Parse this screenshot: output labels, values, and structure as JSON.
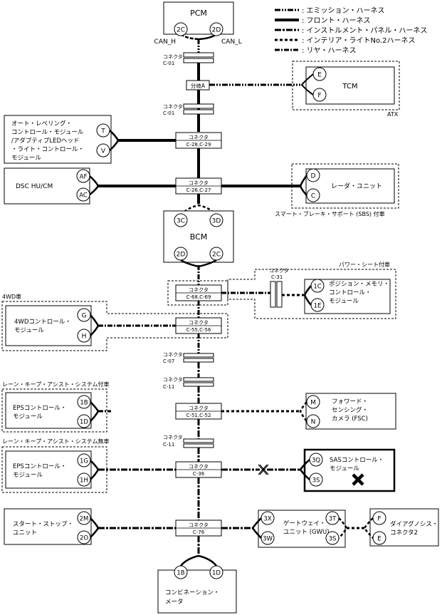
{
  "legend": [
    {
      "label": ": エミッション・ハーネス",
      "style": "emission"
    },
    {
      "label": ": フロント・ハーネス",
      "style": "front"
    },
    {
      "label": ": インストルメント・パネル・ハーネス",
      "style": "instrument"
    },
    {
      "label": ": インテリア・ライトNo.2ハーネス",
      "style": "interior"
    },
    {
      "label": ": リヤ・ハーネス",
      "style": "rear"
    }
  ],
  "modules": {
    "pcm": {
      "title": "PCM",
      "pins": [
        "2C",
        "2D"
      ],
      "wires": [
        "CAN_H",
        "CAN_L"
      ]
    },
    "tcm": {
      "title": "TCM",
      "pins": [
        "E",
        "F"
      ],
      "note": "ATX"
    },
    "headlight": {
      "lines": [
        "オート・レベリング・",
        "コントロール・モジュール",
        "/アダプティブLEDヘッド",
        "・ライト・コントロール・",
        "モジュール"
      ],
      "pins": [
        "T",
        "V"
      ]
    },
    "dsc": {
      "title": "DSC HU/CM",
      "pins": [
        "AF",
        "AC"
      ]
    },
    "radar": {
      "title": "レーダ・ユニット",
      "pins": [
        "D",
        "C"
      ],
      "note": "スマート・ブレーキ・サポート (SBS) 付車"
    },
    "bcm": {
      "title": "BCM",
      "pins_top": [
        "3C",
        "3D"
      ],
      "pins_bottom": [
        "2D",
        "2C"
      ]
    },
    "seat": {
      "lines": [
        "ポジション・メモリ・",
        "コントロール・",
        "モジュール"
      ],
      "pins": [
        "1C",
        "1E"
      ],
      "note": "パワー・シート付車"
    },
    "awd": {
      "lines": [
        "4WDコントロール・",
        "モジュール"
      ],
      "pins": [
        "G",
        "H"
      ],
      "note": "4WD車"
    },
    "eps1": {
      "lines": [
        "EPSコントロール・",
        "モジュール"
      ],
      "pins": [
        "1B",
        "1D"
      ],
      "note": "レーン・キープ・アシスト・システム付車"
    },
    "fsc": {
      "lines": [
        "フォワード・",
        "センシング・",
        "カメラ (FSC)"
      ],
      "pins": [
        "M",
        "N"
      ]
    },
    "eps2": {
      "lines": [
        "EPSコントロール・",
        "モジュール"
      ],
      "pins": [
        "1G",
        "1H"
      ],
      "note": "レーン・キープ・アシスト・システム無車"
    },
    "sas": {
      "lines": [
        "SASコントロール・",
        "モジュール"
      ],
      "pins": [
        "3Q",
        "3S"
      ]
    },
    "startstop": {
      "lines": [
        "スタート・ストップ・",
        "ユニット"
      ],
      "pins": [
        "2M",
        "2O"
      ]
    },
    "gateway": {
      "lines": [
        "ゲートウェイ・",
        "ユニット (GWU)"
      ],
      "pins": [
        "3X",
        "3W",
        "3T",
        "3S"
      ]
    },
    "dlc": {
      "lines": [
        "ダイアグノシス・",
        "コネクタ2"
      ],
      "pins": [
        "F",
        "E"
      ]
    },
    "meter": {
      "lines": [
        "コンビネーション・",
        "メータ"
      ],
      "pins": [
        "1B",
        "1D"
      ]
    }
  },
  "connectors": {
    "c01a": {
      "label": "コネクタ",
      "code": "C-01"
    },
    "branch": {
      "label": "分岐A"
    },
    "c01b": {
      "label": "コネクタ",
      "code": "C-01"
    },
    "c28": {
      "label": "コネクタ",
      "code": "C-28,C-29"
    },
    "c26": {
      "label": "コネクタ",
      "code": "C-26,C-27"
    },
    "c31": {
      "label": "コネクタ",
      "code": "C-31"
    },
    "c68": {
      "label": "コネクタ",
      "code": "C-68,C-69"
    },
    "c55": {
      "label": "コネクタ",
      "code": "C-55,C-56"
    },
    "c07": {
      "label": "コネクタ",
      "code": "C-07"
    },
    "c11a": {
      "label": "コネクタ",
      "code": "C-11"
    },
    "c51": {
      "label": "コネクタ",
      "code": "C-51,C-52"
    },
    "c11b": {
      "label": "コネクタ",
      "code": "C-11"
    },
    "c36": {
      "label": "コネクタ",
      "code": "C-36"
    },
    "c76": {
      "label": "コネクタ",
      "code": "C-76"
    }
  }
}
